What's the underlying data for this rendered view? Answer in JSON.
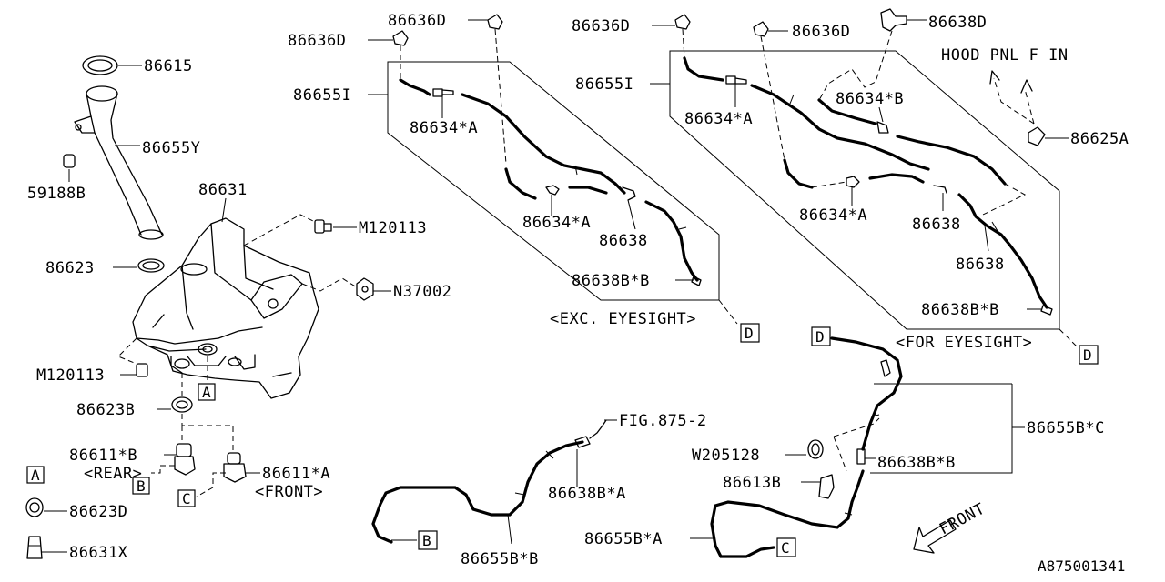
{
  "labels": {
    "p86615": "86615",
    "p86655Y": "86655Y",
    "p59188B": "59188B",
    "p86631": "86631",
    "pM120113_top": "M120113",
    "p86623": "86623",
    "pN37002": "N37002",
    "pM120113_left": "M120113",
    "p86623B": "86623B",
    "p86611B": "86611*B",
    "rear": "<REAR>",
    "p86611A": "86611*A",
    "front": "<FRONT>",
    "p86623D": "86623D",
    "p86631X": "86631X",
    "e_86636D_a": "86636D",
    "e_86636D_b": "86636D",
    "e_86655I": "86655I",
    "e_86634A_top": "86634*A",
    "e_86634A_bot": "86634*A",
    "e_86638": "86638",
    "e_86638BB": "86638B*B",
    "exc_eyesight": "<EXC. EYESIGHT>",
    "f_86636D_a": "86636D",
    "f_86636D_b": "86636D",
    "f_86638D": "86638D",
    "hood": "HOOD PNL F IN",
    "f_86655I": "86655I",
    "f_86634B": "86634*B",
    "f_86634A_top": "86634*A",
    "f_86625A": "86625A",
    "f_86634A_bot": "86634*A",
    "f_86638_a": "86638",
    "f_86638_b": "86638",
    "f_86638BB": "86638B*B",
    "for_eyesight": "<FOR EYESIGHT>",
    "fig": "FIG.875-2",
    "l_86638BA": "86638B*A",
    "l_86655BB": "86655B*B",
    "r_86655BC": "86655B*C",
    "w205128": "W205128",
    "r_86638BB": "86638B*B",
    "p86613B": "86613B",
    "r_86655BA": "86655B*A",
    "front_arrow": "FRONT",
    "diagram_id": "A875001341"
  },
  "refs": {
    "A": "A",
    "B": "B",
    "C": "C",
    "D": "D"
  },
  "icons": {
    "front_arrow": "hollow-arrow-icon",
    "reference_box": "square-letter-box"
  }
}
